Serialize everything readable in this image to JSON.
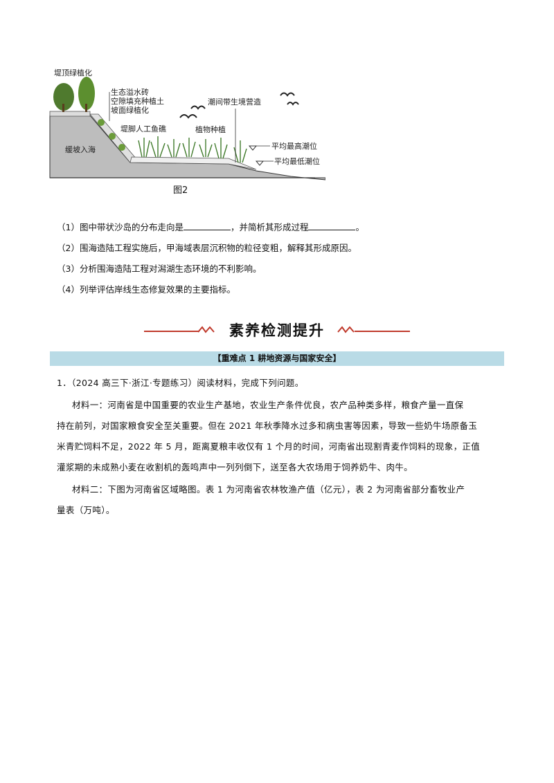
{
  "figure": {
    "labels": {
      "top_green": "堤顶绿植化",
      "eco_brick": "生态溢水砖",
      "gap_fill": "空隙填充种植土",
      "slope_green": "坡面绿植化",
      "tidal_zone": "潮间带生境营造",
      "fish_nest": "堤脚人工鱼礁",
      "plant": "植物种植",
      "slow_slope": "缓坡入海",
      "high_tide": "平均最高潮位",
      "low_tide": "平均最低潮位"
    },
    "caption": "图2"
  },
  "questions": {
    "q1a": "（1）图中带状沙岛的分布走向是",
    "q1b": "，并简析其形成过程",
    "q1c": "。",
    "q2": "（2）围海造陆工程实施后，甲海域表层沉积物的粒径变粗，解释其形成原因。",
    "q3": "（3）分析围海造陆工程对潟湖生态环境的不利影响。",
    "q4": "（4）列举评估岸线生态修复效果的主要指标。"
  },
  "section_title": "素养检测提升",
  "banner": "【重难点 1  耕地资源与国家安全】",
  "problem": {
    "header": "1．（2024 高三下·浙江·专题练习）阅读材料，完成下列问题。",
    "m1_l1": "材料一：河南省是中国重要的农业生产基地，农业生产条件优良，农产品种类多样，粮食产量一直保",
    "m1_l2": "持在前列，对国家粮食安全至关重要。但在 2021 年秋季降水过多和病虫害等因素，导致一些奶牛场原备玉",
    "m1_l3": "米青贮饲料不足，2022 年 5 月，距离夏粮丰收仅有 1 个月的时间，河南省出现割青麦作饲料的现象，正值",
    "m1_l4": "灌浆期的未成熟小麦在收割机的轰鸣声中一列列倒下，送至各大农场用于饲养奶牛、肉牛。",
    "m2_l1": "材料二：下图为河南省区域略图。表 1 为河南省农林牧渔产值（亿元），表 2 为河南省部分畜牧业产",
    "m2_l2": "量表（万吨）。"
  }
}
